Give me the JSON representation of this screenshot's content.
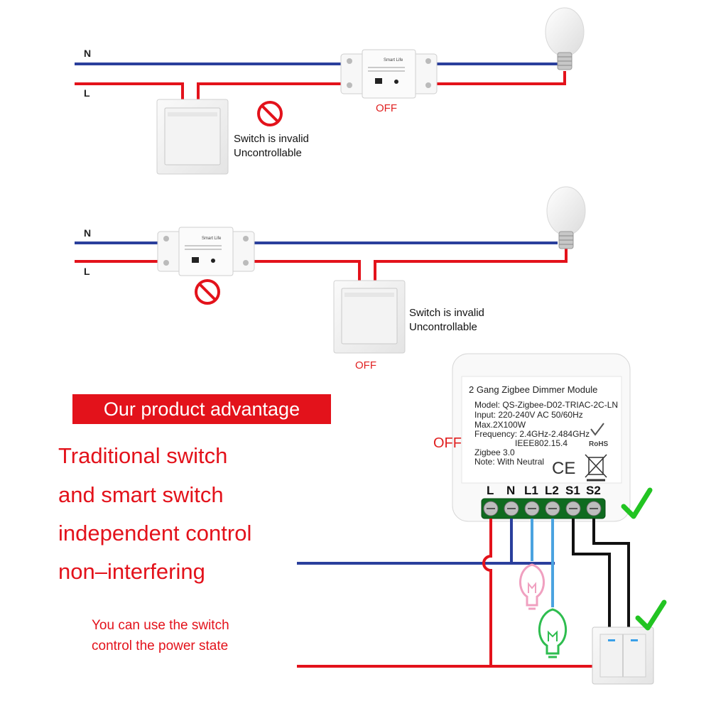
{
  "diagram1": {
    "neutral_label": "N",
    "live_label": "L",
    "status": "OFF",
    "note_line1": "Switch is invalid",
    "note_line2": "Uncontrollable",
    "module_brand": "Smart Life"
  },
  "diagram2": {
    "neutral_label": "N",
    "live_label": "L",
    "status": "OFF",
    "note_line1": "Switch is invalid",
    "note_line2": "Uncontrollable",
    "module_brand": "Smart Life"
  },
  "advantage": {
    "banner": "Our product advantage",
    "line1": "Traditional switch",
    "line2": "and smart switch",
    "line3": "independent control",
    "line4": "non–interfering",
    "sub1": "You can use the switch",
    "sub2": "control the power state"
  },
  "module": {
    "title": "2 Gang Zigbee Dimmer Module",
    "model": "Model: QS-Zigbee-D02-TRIAC-2C-LN",
    "input": "Input: 220-240V AC 50/60Hz",
    "max": "Max.2X100W",
    "frequency": "Frequency: 2.4GHz-2.484GHz",
    "ieee": "IEEE802.15.4",
    "zigbee": "Zigbee 3.0",
    "note": "Note: With Neutral",
    "rohs": "RoHS",
    "ce": "CE",
    "terminals": [
      "L",
      "N",
      "L1",
      "L2",
      "S1",
      "S2"
    ],
    "status": "OFF"
  },
  "colors": {
    "neutral_wire": "#2a3f9c",
    "live_wire": "#e3121b",
    "accent": "#e3121b",
    "check": "#22c422"
  }
}
